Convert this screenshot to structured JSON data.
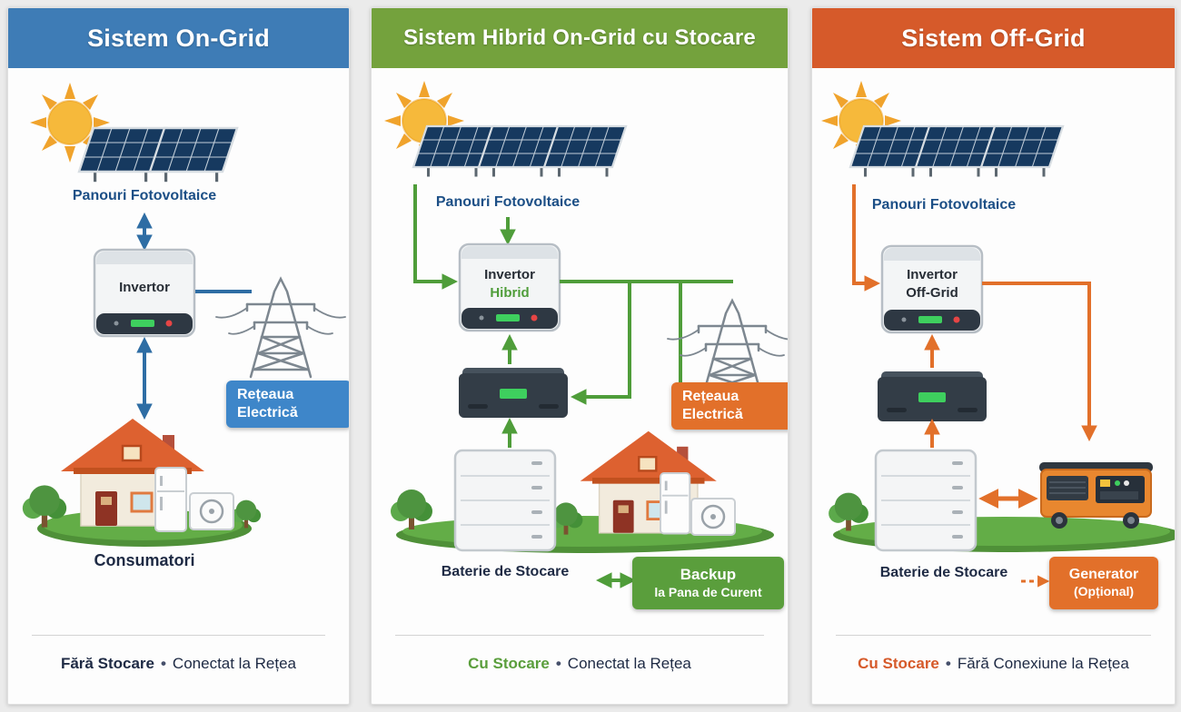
{
  "colors": {
    "page_bg": "#ebebeb",
    "card_bg": "#fdfdfd",
    "on_grid_accent": "#3e7cb6",
    "hybrid_accent": "#74a23d",
    "off_grid_accent": "#d65a2a",
    "grid_badge_blue": "#3e86c9",
    "grid_badge_orange": "#e2702a",
    "backup_badge_green": "#5a9e3c",
    "generator_badge_orange": "#e2702a",
    "arrow_blue": "#2e6da4",
    "arrow_green": "#4f9d3a",
    "arrow_orange": "#e2702a",
    "panels_label_blue": "#1c4f86",
    "text_navy": "#1e2a44"
  },
  "icons": {
    "sun": "sun-icon",
    "solar_panel": "solar-panel-icon",
    "inverter": "inverter-icon",
    "power_tower": "power-tower-icon",
    "house": "house-icon",
    "battery_module": "battery-module-icon",
    "battery_cabinet": "battery-cabinet-icon",
    "generator": "generator-icon",
    "tree": "tree-icon"
  },
  "cards": [
    {
      "title": "Sistem On-Grid",
      "panels_label": "Panouri Fotovoltaice",
      "inverter": {
        "line1": "Invertor"
      },
      "grid_badge": {
        "line1": "Rețeaua",
        "line2": "Electrică"
      },
      "consumers_label": "Consumatori",
      "footer": {
        "highlight": "Fără Stocare",
        "separator": "•",
        "rest": "Conectat la Rețea"
      }
    },
    {
      "title": "Sistem Hibrid On-Grid cu Stocare",
      "panels_label": "Panouri Fotovoltaice",
      "inverter": {
        "line1": "Invertor",
        "line2": "Hibrid"
      },
      "grid_badge": {
        "line1": "Rețeaua",
        "line2": "Electrică"
      },
      "battery_label": "Baterie de Stocare",
      "backup_badge": {
        "line1": "Backup",
        "line2": "la Pana de Curent"
      },
      "footer": {
        "highlight": "Cu Stocare",
        "separator": "•",
        "rest": "Conectat la Rețea"
      }
    },
    {
      "title": "Sistem Off-Grid",
      "panels_label": "Panouri Fotovoltaice",
      "inverter": {
        "line1": "Invertor",
        "line2": "Off-Grid"
      },
      "battery_label": "Baterie de Stocare",
      "generator_badge": {
        "line1": "Generator",
        "line2": "(Opțional)"
      },
      "footer": {
        "highlight": "Cu Stocare",
        "separator": "•",
        "rest": "Fără Conexiune la Rețea"
      }
    }
  ]
}
